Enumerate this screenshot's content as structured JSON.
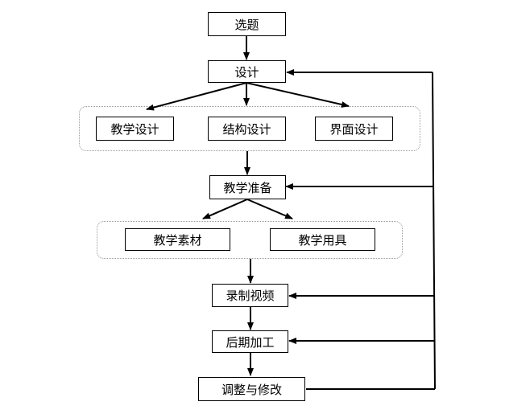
{
  "nodes": {
    "topic": "选题",
    "design": "设计",
    "teaching_design": "教学设计",
    "structure_design": "结构设计",
    "interface_design": "界面设计",
    "teaching_prep": "教学准备",
    "teaching_material": "教学素材",
    "teaching_tools": "教学用具",
    "record_video": "录制视频",
    "post_processing": "后期加工",
    "adjust_modify": "调整与修改"
  }
}
